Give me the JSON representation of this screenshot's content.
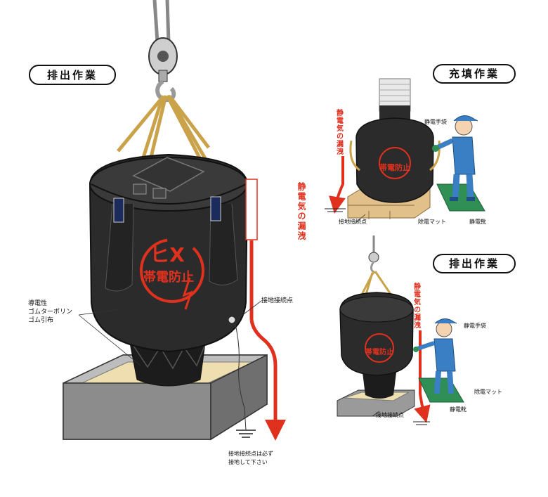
{
  "sections": {
    "main": {
      "title": "排出作業"
    },
    "fill": {
      "title": "充填作業"
    },
    "small": {
      "title": "排出作業"
    }
  },
  "labels": {
    "static_leak": "静電気の漏洩",
    "ground_point": "接地接続点",
    "material_1": "導電性",
    "material_2": "ゴムターポリン",
    "material_3": "ゴム引布",
    "ground_note_1": "接地接続点は必ず",
    "ground_note_2": "接地して下さい",
    "gloves": "静電手袋",
    "mat": "除電マット",
    "shoes": "静電靴"
  },
  "logo": {
    "text": "帯電防止",
    "mark": "ヒX"
  },
  "colors": {
    "bag": "#2b2b2b",
    "accent": "#e0301e",
    "sling": "#c9a24a",
    "mat": "#2f8f55",
    "worker": "#3a7fc4",
    "pallet": "#e2c08a",
    "tray": "#8a8a8a"
  }
}
